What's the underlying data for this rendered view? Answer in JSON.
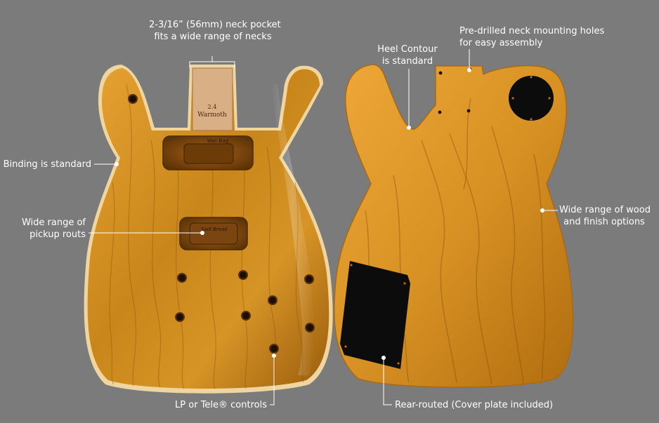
{
  "callouts": {
    "neck_pocket": {
      "line1": "2-3/16” (56mm) neck pocket",
      "line2": "fits a wide range of necks"
    },
    "binding": {
      "line1": "Binding is standard"
    },
    "pickup_routs": {
      "line1": "Wide range of",
      "line2": "pickup routs"
    },
    "controls": {
      "line1": "LP or Tele® controls"
    },
    "heel_contour": {
      "line1": "Heel Contour",
      "line2": "is standard"
    },
    "mounting_holes": {
      "line1": "Pre-drilled neck mounting holes",
      "line2": "for easy assembly"
    },
    "wood_finish": {
      "line1": "Wide range of wood",
      "line2": "and finish options"
    },
    "rear_routed": {
      "line1": "Rear-routed (Cover plate included)"
    }
  },
  "stamps": {
    "neck_pocket_stamp": "Warmoth",
    "neck_pocket_number": "2.4",
    "bridge_rout_stamp": "Swd Bread",
    "neck_rout_stamp": "Wac Bag"
  },
  "colors": {
    "background": "#7b7b7b",
    "wood_light": "#e9a234",
    "wood_mid": "#c98416",
    "wood_dark": "#8a5008",
    "binding": "#f1d9a6",
    "callout": "#ffffff"
  }
}
